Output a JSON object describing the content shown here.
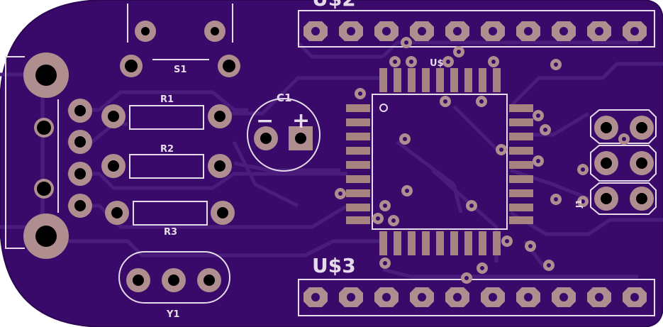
{
  "colors": {
    "board": "#3a0a6a",
    "board_edge": "#2a0654",
    "trace": "#4a1d7c",
    "copper": "#b08d8f",
    "copper_dark": "#a7837f",
    "silkscreen": "#e6dbe9",
    "background": "#ffffff"
  },
  "labels": {
    "header_top": "U$2",
    "header_bottom": "U$3",
    "mcu": "U$",
    "switch": "S1",
    "r1": "R1",
    "r2": "R2",
    "r3": "R3",
    "capacitor": "C1",
    "crystal": "Y1",
    "jumper": "J1",
    "cap_minus": "−",
    "cap_plus": "+"
  }
}
